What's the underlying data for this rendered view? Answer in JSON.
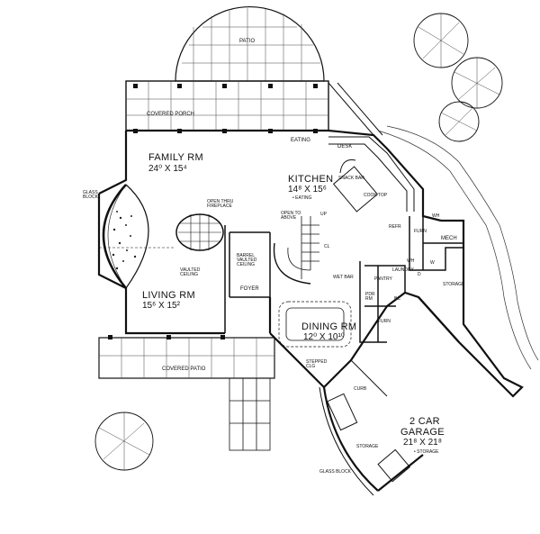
{
  "rooms": {
    "patio": "PATIO",
    "covered_porch": "COVERED PORCH",
    "family": {
      "name": "FAMILY RM",
      "size": "24⁰ X 15⁴"
    },
    "kitchen": {
      "name": "KITCHEN",
      "size": "14⁸ X 15⁶",
      "note": "• EATING"
    },
    "living": {
      "name": "LIVING RM",
      "size": "15⁶ X 15²"
    },
    "dining": {
      "name": "DINING RM",
      "size": "12⁰ X 10¹⁰"
    },
    "garage": {
      "name_line1": "2 CAR",
      "name_line2": "GARAGE",
      "size": "21⁸ X 21⁸",
      "note": "• STORAGE"
    },
    "covered_patio": "COVERED PATIO",
    "foyer": "FOYER",
    "mech": "MECH",
    "laundry": "LAUNDRY",
    "storage_right": "STORAGE",
    "storage_garage": "STORAGE",
    "pdr": "PDR RM",
    "pantry": "PANTRY",
    "wet_bar": "WET BAR"
  },
  "notes": {
    "eating": "EATING",
    "desk": "DESK",
    "glass_block_left": "GLASS BLOCK",
    "glass_block_bottom": "GLASS BLOCK",
    "fireplace": "OPEN THRU FIREPLACE",
    "vaulted": "VAULTED CEILING",
    "barrel": "BARREL VAULTED CEILING",
    "open_above": "OPEN TO ABOVE",
    "up": "UP",
    "cl": "CL",
    "stepped_clg": "STEPPED CLG",
    "curb": "CURB",
    "snack_bar": "SNACK BAR",
    "cook_top": "COOK TOP",
    "refr": "REFR",
    "furn": "FURN",
    "wh": "WH",
    "w": "W",
    "d": "D",
    "bc": "BC"
  }
}
